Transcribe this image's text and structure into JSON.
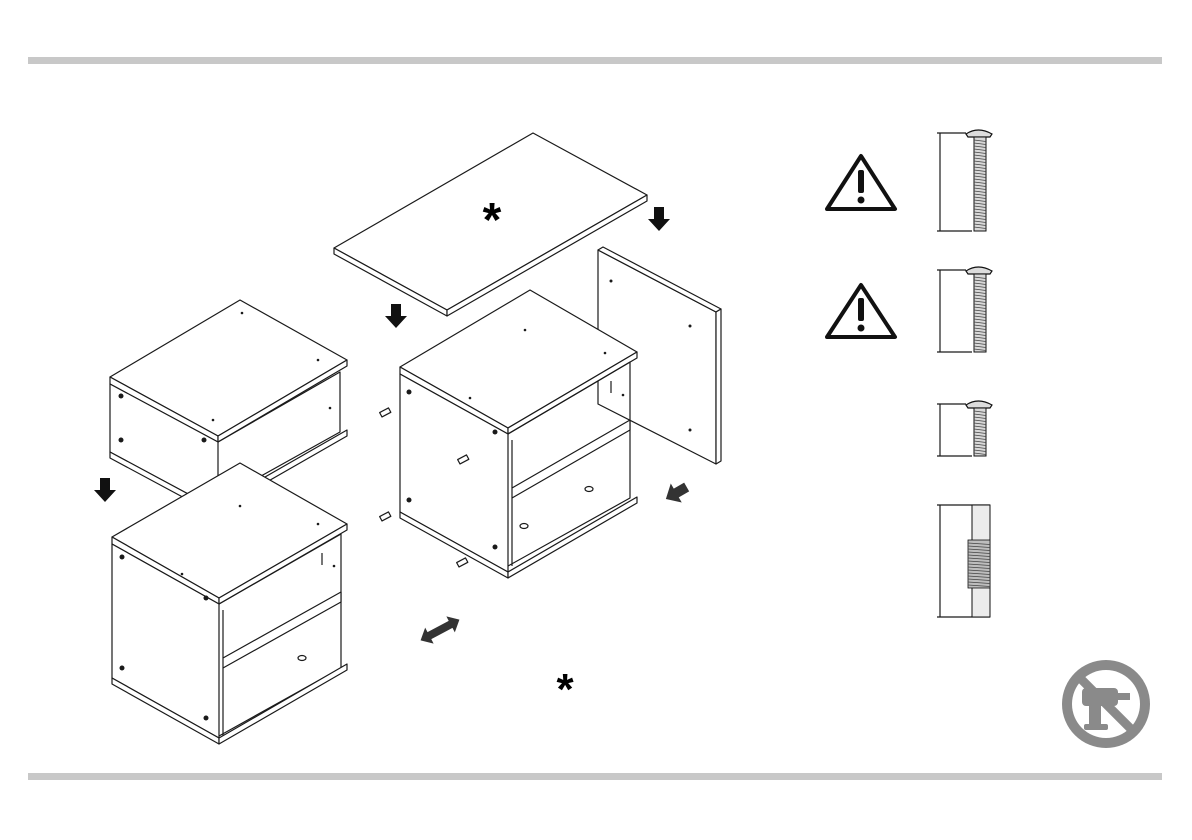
{
  "marks": {
    "asterisk_top": "*",
    "asterisk_bottom": "*"
  },
  "hardware": [
    {
      "name": "long-bolt",
      "warning": true
    },
    {
      "name": "medium-bolt",
      "warning": true
    },
    {
      "name": "short-bolt",
      "warning": false
    },
    {
      "name": "cam-connector",
      "warning": false
    }
  ],
  "icons": {
    "warning": "warning-triangle-icon",
    "no_power_tools": "no-power-drill-icon",
    "arrow": "direction-arrow-icon"
  },
  "colors": {
    "rule": "#c8c8c8",
    "ink": "#1a1a1a",
    "badge": "#8a8a8a"
  }
}
